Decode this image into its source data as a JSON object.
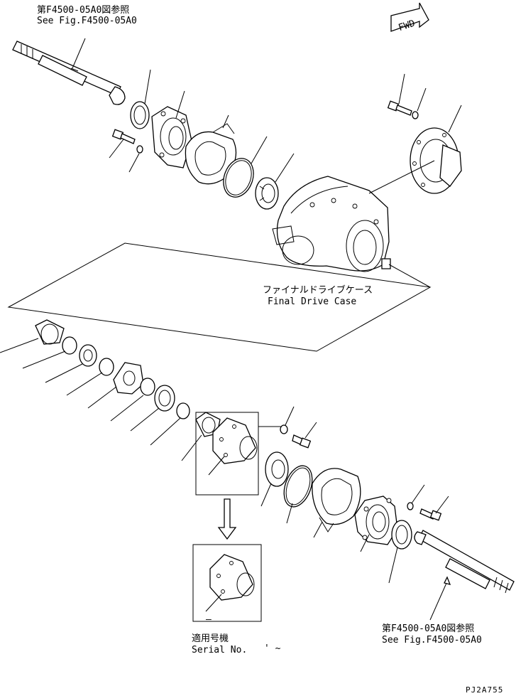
{
  "refs": {
    "top": {
      "jp": "第F4500-05A0図参照",
      "en": "See Fig.F4500-05A0"
    },
    "bottom": {
      "jp": "第F4500-05A0図参照",
      "en": "See Fig.F4500-05A0"
    }
  },
  "fwd_label": "FWD",
  "final_drive_case": {
    "jp": "ファイナルドライブケース",
    "en": "Final Drive Case"
  },
  "serial": {
    "jp": "適用号機",
    "en": "Serial No.",
    "range": "' ~",
    "dash": "–"
  },
  "drawing_code": "PJ2A755"
}
